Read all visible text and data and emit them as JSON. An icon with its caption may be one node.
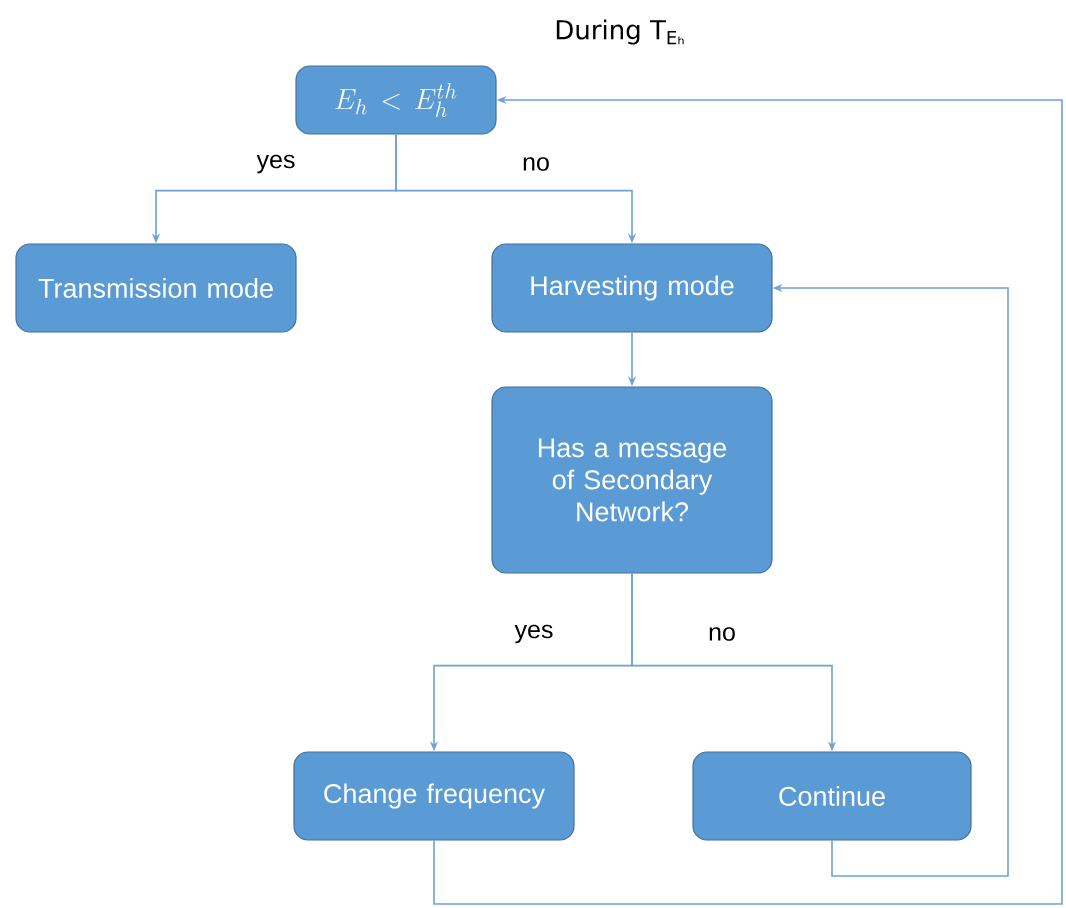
{
  "diagram": {
    "title": "During T$_{Eₕ}$",
    "nodes": [
      {
        "text": [
          "E_h < E_h^{th}"
        ]
      },
      {
        "text": [
          "Transmission mode"
        ]
      },
      {
        "text": [
          "Harvesting mode"
        ]
      },
      {
        "text": [
          "Has a message of Secondary Network?"
        ]
      },
      {
        "text": [
          "Change frequency"
        ]
      },
      {
        "text": [
          "Continue"
        ]
      }
    ],
    "edges": [
      {
        "from": 0,
        "to": 1,
        "arrow": "to",
        "label": "yes"
      },
      {
        "from": 0,
        "to": 2,
        "arrow": "to",
        "label": "no"
      },
      {
        "from": 2,
        "to": 3,
        "arrow": "to"
      },
      {
        "from": 3,
        "to": 4,
        "arrow": "to",
        "label": "yes"
      },
      {
        "from": 3,
        "to": 5,
        "arrow": "to",
        "label": "no"
      },
      {
        "from": 5,
        "to": 2,
        "arrow": "to"
      },
      {
        "from": 4,
        "to": 0,
        "arrow": "to"
      }
    ]
  }
}
